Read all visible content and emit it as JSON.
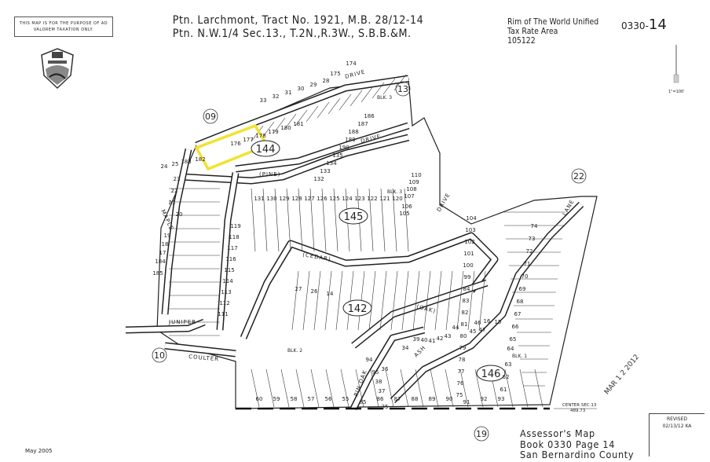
{
  "notice": "THIS MAP IS FOR THE PURPOSE OF AD VALOREM TAXATION ONLY.",
  "title": {
    "line1": "Ptn. Larchmont, Tract No. 1921, M.B. 28/12-14",
    "line2": "Ptn. N.W.1/4 Sec.13., T.2N.,R.3W., S.B.B.&M."
  },
  "district": {
    "line1": "Rim of The World Unified",
    "line2": "Tax Rate Area",
    "line3": "105122"
  },
  "map_number": {
    "book": "0330-",
    "page": "14"
  },
  "scale": "1\"=100'",
  "streets": [
    "DRIVE",
    "DRIVE",
    "(PINE)",
    "(CEDAR)",
    "(OAK)",
    "DRIVE",
    "MAPLE",
    "JUNIPER",
    "COULTER",
    "PIN OAK",
    "ASH",
    "LANE"
  ],
  "adjoining_pages": [
    "09",
    "13",
    "22",
    "10",
    "19"
  ],
  "blocks_parcel_ovals": [
    "144",
    "145",
    "142",
    "146"
  ],
  "blocks": [
    "BLK. 3",
    "BLK. 3",
    "BLK. 2",
    "BLK. 1"
  ],
  "lots": [
    "33",
    "32",
    "31",
    "30",
    "29",
    "28",
    "175",
    "174",
    "176",
    "177",
    "178",
    "179",
    "180",
    "181",
    "182",
    "183",
    "25",
    "24",
    "23",
    "22",
    "21",
    "20",
    "19",
    "18",
    "17",
    "184",
    "185",
    "186",
    "187",
    "188",
    "189",
    "190",
    "135",
    "134",
    "133",
    "132",
    "131",
    "130",
    "129",
    "128",
    "127",
    "126",
    "125",
    "124",
    "123",
    "122",
    "121",
    "120",
    "119",
    "118",
    "117",
    "116",
    "115",
    "114",
    "113",
    "112",
    "111",
    "110",
    "109",
    "108",
    "107",
    "106",
    "105",
    "104",
    "103",
    "102",
    "101",
    "100",
    "99",
    "84",
    "83",
    "82",
    "81",
    "80",
    "79",
    "78",
    "77",
    "76",
    "75",
    "74",
    "73",
    "72",
    "71",
    "70",
    "69",
    "68",
    "67",
    "66",
    "65",
    "64",
    "63",
    "62",
    "61",
    "60",
    "59",
    "58",
    "57",
    "56",
    "55",
    "85",
    "86",
    "87",
    "88",
    "89",
    "90",
    "91",
    "92",
    "93",
    "94",
    "95",
    "38",
    "37",
    "36",
    "35",
    "34",
    "39",
    "40",
    "41",
    "42",
    "43",
    "44",
    "45",
    "46",
    "47",
    "16",
    "15",
    "27",
    "26",
    "14"
  ],
  "highlight_color": "#f2e230",
  "center_note": {
    "label": "CENTER SEC.13",
    "distance": "489.73"
  },
  "footer": {
    "line1": "Assessor's Map",
    "line2": "Book 0330 Page 14",
    "line3": "San Bernardino County"
  },
  "date": "May 2005",
  "revised": {
    "label": "REVISED",
    "value": "02/13/12 KA"
  },
  "received_stamp": "MAR 1 2 2012"
}
